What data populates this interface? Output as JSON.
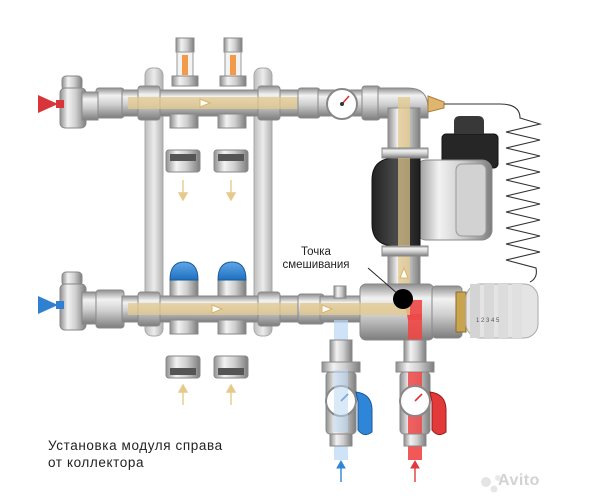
{
  "diagram": {
    "mixing_point_label_line1": "Точка",
    "mixing_point_label_line2": "смешивания",
    "caption_line1": "Установка модуля справа",
    "caption_line2": "от коллектора",
    "watermark_text": "Avito",
    "colors": {
      "flow": "#e8d2a2",
      "hot": "#ee4141",
      "cold": "#9ec8ef",
      "metal": "#c8c8c8",
      "pump_body": "#3a3a3a",
      "red_handle": "#e23a3a",
      "blue_handle": "#2f86d8",
      "mixing_point": "#000000"
    }
  }
}
